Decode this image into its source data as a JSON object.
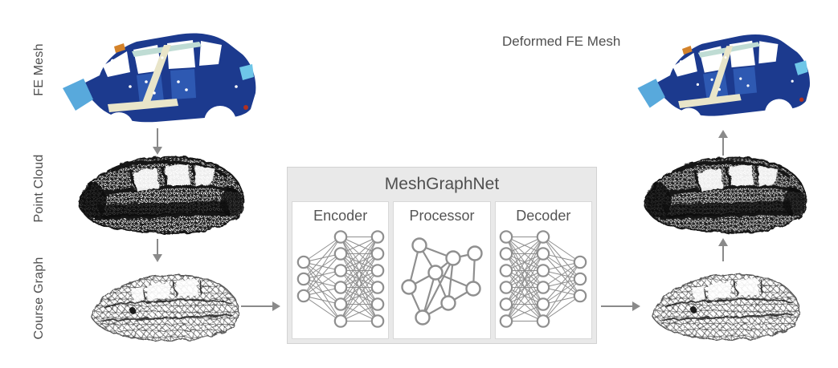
{
  "figure": {
    "left_pipeline": {
      "stages": [
        {
          "label": "FE Mesh",
          "image": "blue-fe-mesh-car"
        },
        {
          "label": "Point Cloud",
          "image": "black-point-cloud-car"
        },
        {
          "label": "Course Graph",
          "image": "gray-coarse-graph-car"
        }
      ]
    },
    "right_pipeline": {
      "label": "Deformed FE Mesh",
      "stages": [
        {
          "image": "blue-deformed-fe-mesh-car"
        },
        {
          "image": "black-point-cloud-car"
        },
        {
          "image": "gray-coarse-graph-car"
        }
      ]
    },
    "model": {
      "title": "MeshGraphNet",
      "stages": [
        {
          "label": "Encoder",
          "type": "mlp",
          "layers": [
            3,
            6,
            6
          ]
        },
        {
          "label": "Processor",
          "type": "graph",
          "node_count": 8
        },
        {
          "label": "Decoder",
          "type": "mlp",
          "layers": [
            6,
            6,
            3
          ]
        }
      ]
    },
    "arrows": [
      {
        "name": "fe-mesh-to-point-cloud",
        "direction": "down"
      },
      {
        "name": "point-cloud-to-course-graph",
        "direction": "down"
      },
      {
        "name": "course-graph-to-meshgraphnet",
        "direction": "right"
      },
      {
        "name": "meshgraphnet-to-course-graph",
        "direction": "right"
      },
      {
        "name": "course-graph-to-point-cloud",
        "direction": "up"
      },
      {
        "name": "point-cloud-to-deformed-fe-mesh",
        "direction": "up"
      }
    ],
    "colors": {
      "background": "#ffffff",
      "label_text": "#4f4f4f",
      "model_box_background": "#e9e9e9",
      "model_box_border": "#d2d2d2",
      "stage_panel_background": "#ffffff",
      "stage_panel_border": "#d8d8d8",
      "network_stroke": "#8f8f8f",
      "arrow": "#8a8a8a",
      "car_navy": "#1c3a8e",
      "car_medium_blue": "#2e59b2",
      "car_light_blue": "#58a9dc",
      "car_cyan": "#6ec6e8",
      "car_cream": "#e9e5c9",
      "car_orange": "#d4832a",
      "wireframe_dark": "#161616",
      "wireframe_gray": "#555555"
    }
  }
}
